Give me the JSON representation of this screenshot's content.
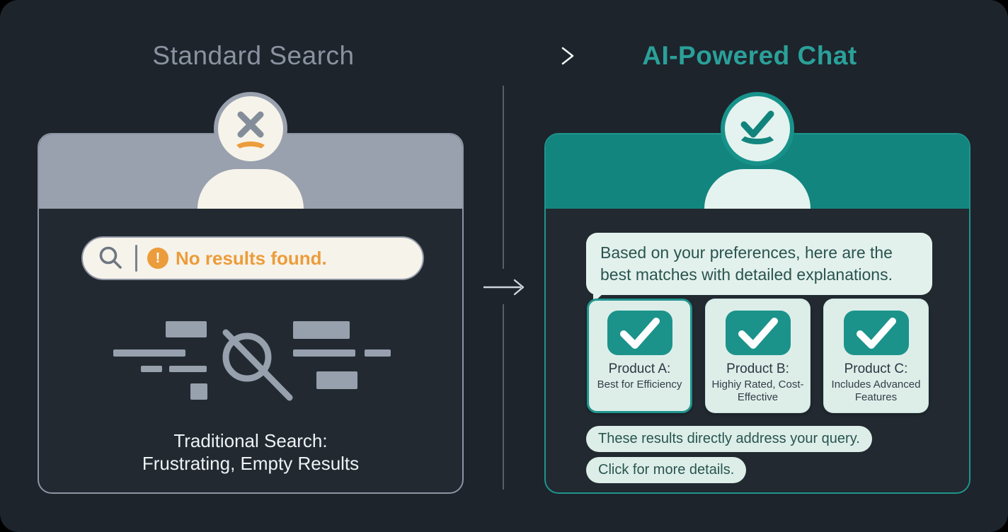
{
  "header": {
    "left_title": "Standard Search",
    "right_title": "AI-Powered Chat"
  },
  "left_panel": {
    "search_message": "No results found.",
    "warning_glyph": "!",
    "caption_line1": "Traditional Search:",
    "caption_line2": "Frustrating, Empty Results"
  },
  "right_panel": {
    "chat_message": "Based on your preferences, here are the best matches with detailed explanations.",
    "products": [
      {
        "title": "Product A:",
        "subtitle": "Best for Efficiency"
      },
      {
        "title": "Product B:",
        "subtitle": "Highiy Rated, Cost-Effective"
      },
      {
        "title": "Product C:",
        "subtitle": "Includes Advanced Features"
      }
    ],
    "followups": [
      "These results directly address your query.",
      "Click for more details."
    ]
  },
  "colors": {
    "page_bg": "#1d242c",
    "panel_bg": "#222931",
    "gray_title": "#8a93a0",
    "gray_header": "#99a1ae",
    "gray_border": "#8d95a3",
    "divider": "#555e6a",
    "teal_header": "#13857f",
    "teal_border": "#1f958d",
    "teal_ring": "#17928b",
    "teal_accent": "#2ba099",
    "teal_check": "#1b938b",
    "orange": "#ec9c3b",
    "cream": "#f6f3ea",
    "mint_face": "#e4f3ef",
    "mint_bubble": "#e3f1ed",
    "mint_card": "#ddeee9",
    "dark_teal_text": "#2a544e",
    "bars_gray": "#97a0ad"
  }
}
